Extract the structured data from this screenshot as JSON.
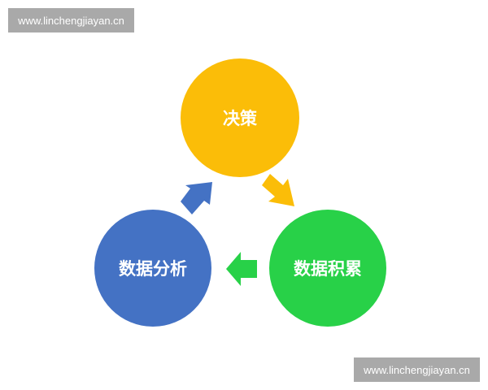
{
  "watermarks": {
    "top_left": "www.linchengjiayan.cn",
    "bottom_right": "www.linchengjiayan.cn"
  },
  "diagram": {
    "type": "cycle",
    "nodes": [
      {
        "id": "decision",
        "label": "决策",
        "color": "#fbbd08"
      },
      {
        "id": "data-accumulation",
        "label": "数据积累",
        "color": "#28d148"
      },
      {
        "id": "data-analysis",
        "label": "数据分析",
        "color": "#4472c4"
      }
    ],
    "edges": [
      {
        "from": "decision",
        "to": "data-accumulation",
        "color": "#fbbd08"
      },
      {
        "from": "data-accumulation",
        "to": "data-analysis",
        "color": "#28d148"
      },
      {
        "from": "data-analysis",
        "to": "decision",
        "color": "#4472c4"
      }
    ]
  }
}
